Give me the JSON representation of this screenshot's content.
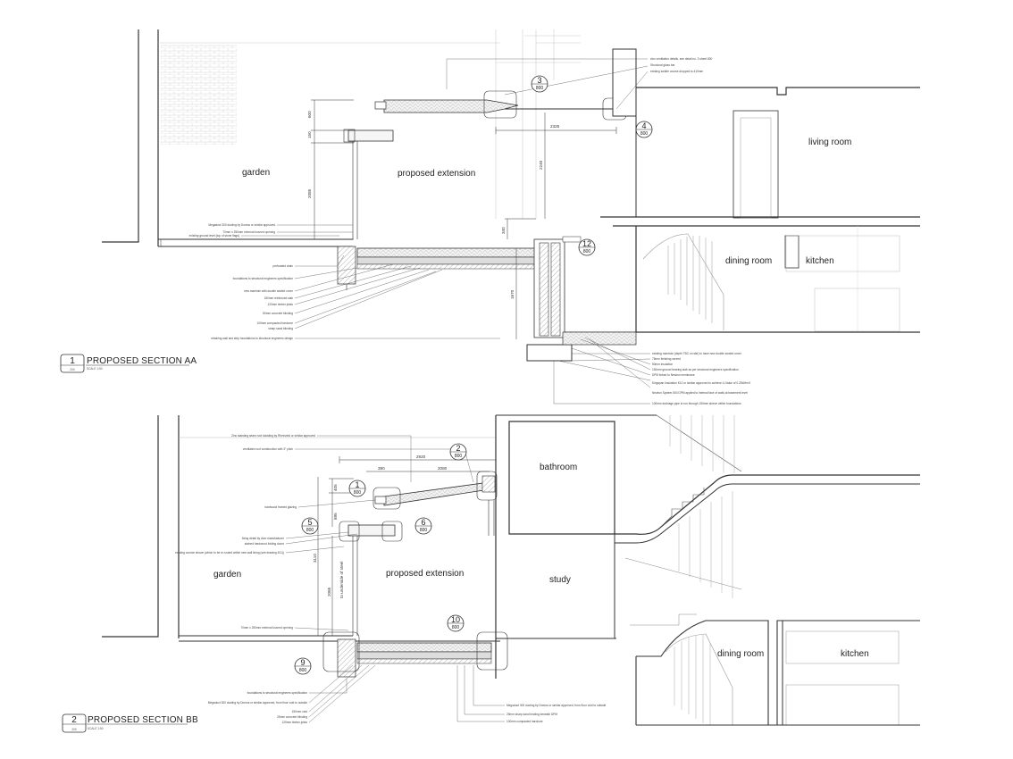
{
  "section_aa": {
    "title": "PROPOSED SECTION AA",
    "number": "1",
    "sheet": "200",
    "scale_note": "SCALE 1:50",
    "rooms": {
      "garden": "garden",
      "extension": "proposed extension",
      "living": "living room",
      "dining": "dining room",
      "kitchen": "kitchen"
    },
    "dims": {
      "d600": "600",
      "d150": "150",
      "d2085": "2085",
      "d2325": "2325",
      "d2240": "2240",
      "d340": "340",
      "d1670": "1670"
    },
    "callouts": {
      "c3": {
        "num": "3",
        "sheet": "800"
      },
      "c4": {
        "num": "4",
        "sheet": "800"
      },
      "c12": {
        "num": "12",
        "sheet": "800"
      }
    },
    "notes_right_top": [
      "zinc ventilation details, see detail no. 3 sheet 800",
      "Structural glass bar",
      "existing soldier course dropped to 410mm"
    ],
    "notes_left": [
      "Megaduct 300 ducting by Domus or similar approved",
      "70mm x 250mm external louvred opening",
      "existing ground level (top of stone flags)",
      "perforated drain",
      "foundations to structural engineers specification",
      "new manhole with double sealed cover",
      "150mm reinforced slab",
      "120mm timber joists",
      "50mm concrete blinding",
      "100mm compacted hardcore",
      "sharp sand blinding",
      "retaining wall and strip foundations to structural engineers design"
    ],
    "notes_right_bottom": [
      "existing manhole (depth TBC on site) to have new double sealed cover",
      "75mm finishing screed",
      "50mm insulation",
      "150mm ground bearing slab as per structural engineers specification",
      "DPM linked to Newton membrane",
      "Kingspan Insulation K10 or similar approved to achieve U-Value of 0.25W/m²K",
      "Newton System 500 DPM applied to internal face of walls at basement level",
      "100mm drainage pipe to run through 150mm sleeve within foundations"
    ]
  },
  "section_bb": {
    "title": "PROPOSED SECTION BB",
    "number": "2",
    "sheet": "200",
    "scale_note": "SCALE 1:50",
    "rooms": {
      "garden": "garden",
      "extension": "proposed extension",
      "bathroom": "bathroom",
      "study": "study",
      "dining": "dining room",
      "kitchen": "kitchen"
    },
    "dims": {
      "d2920": "2920",
      "d390": "390",
      "d2080": "2080",
      "d405": "405",
      "d895": "895",
      "d3110": "3110",
      "d2065": "2065",
      "underside": "to underside of steel"
    },
    "callouts": {
      "c2": {
        "num": "2",
        "sheet": "800"
      },
      "c1": {
        "num": "1",
        "sheet": "800"
      },
      "c5": {
        "num": "5",
        "sheet": "800"
      },
      "c6": {
        "num": "6",
        "sheet": "800"
      },
      "c10": {
        "num": "10",
        "sheet": "800"
      },
      "c9": {
        "num": "9",
        "sheet": "800"
      }
    },
    "notes_top": [
      "Zinc standing seam roof cladding by Rheinzink or similar approved",
      "ventilated roof construction with 3° pitch"
    ],
    "notes_left": [
      "hardwood framed glazing",
      "fixing detail by door manufacturer",
      "stained hardwood folding doors",
      "existing cornice shown (which to be re-routed within new wall lining (see drawing 401))",
      "70mm x 250mm external louvred opening"
    ],
    "notes_bottom_left": [
      "foundations to structural engineers specification",
      "Megaduct 300 ducting by Domus or similar approved, from floor void to outside",
      "150mm void",
      "25mm concrete blinding",
      "120mm timber joists"
    ],
    "notes_bottom_right": [
      "Megaduct 300 ducting by Domus or similar approved, from floor void to outside",
      "25mm sharp sand binding beneath DPM",
      "100mm compacted hardcore"
    ]
  }
}
